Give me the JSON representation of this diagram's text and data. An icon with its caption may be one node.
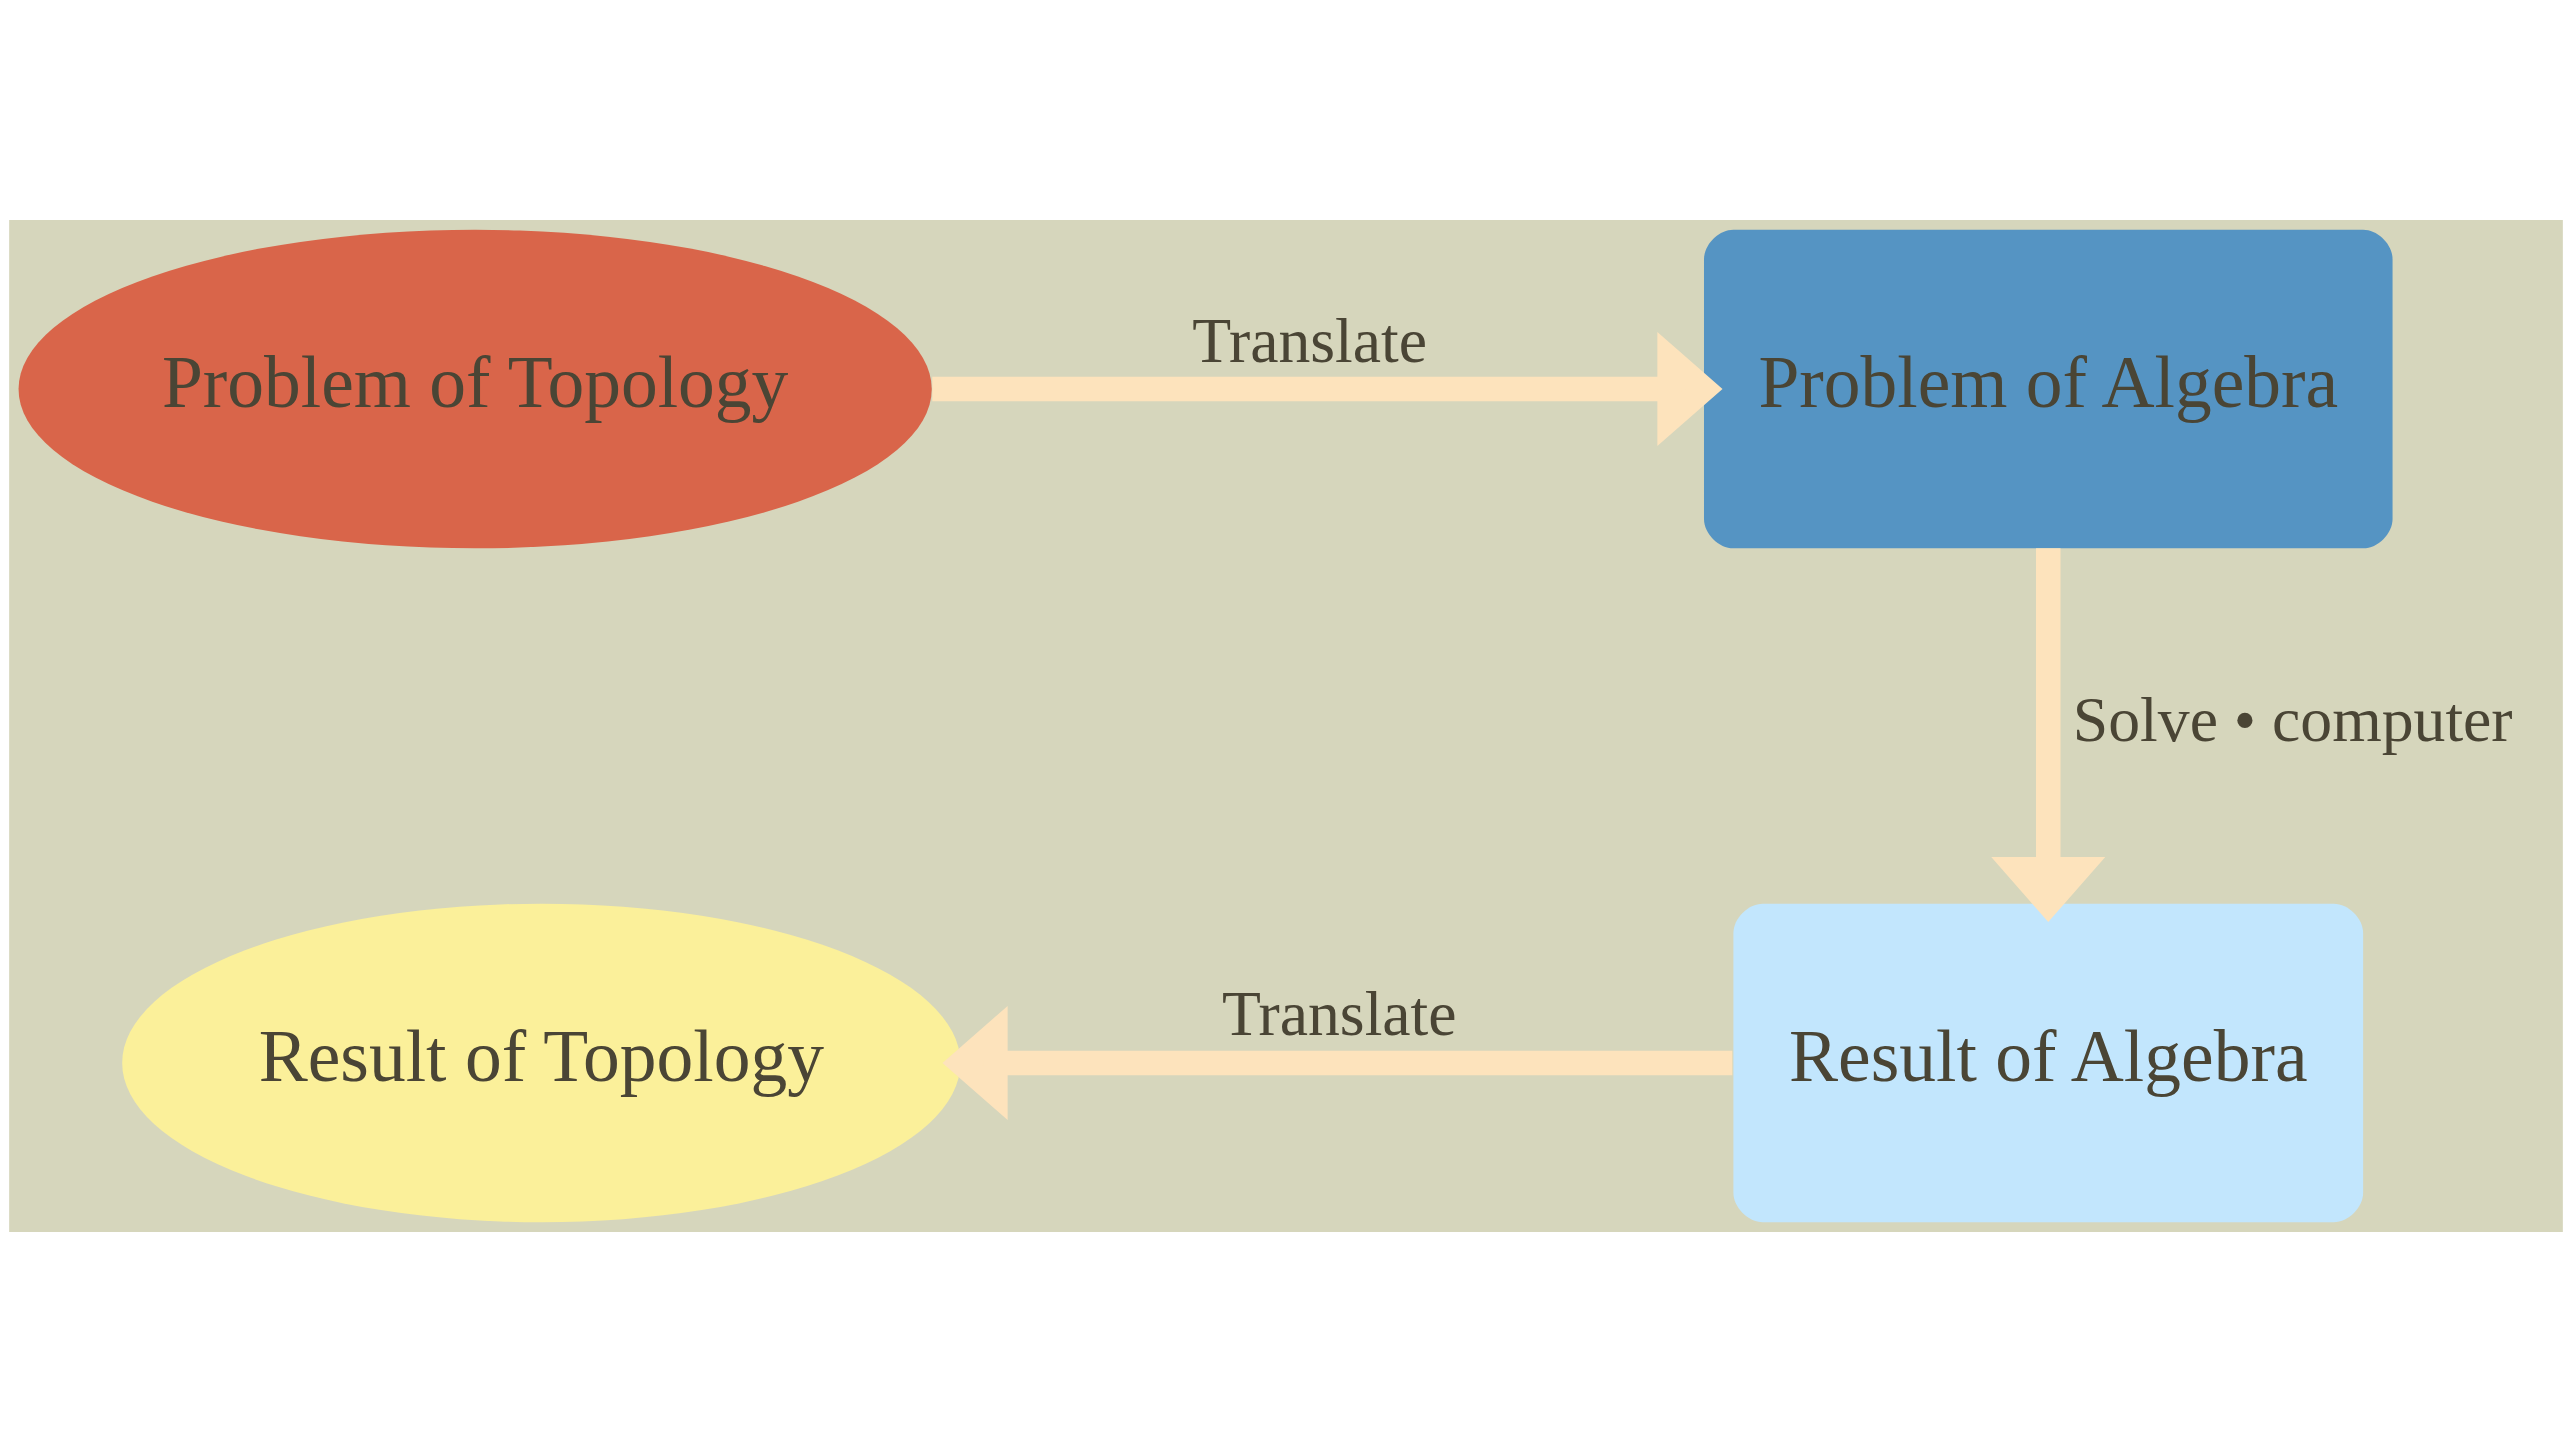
{
  "diagram": {
    "nodes": [
      {
        "text": [
          "Problem of Topology"
        ]
      },
      {
        "text": [
          "Problem of Algebra"
        ]
      },
      {
        "text": [
          "Result of Topology"
        ]
      },
      {
        "text": [
          "Result of Algebra"
        ]
      }
    ],
    "edges": [
      {
        "from": 0,
        "to": 1,
        "arrow": "to",
        "label": "Translate"
      },
      {
        "from": 1,
        "to": 3,
        "arrow": "to",
        "label": "Solve • computer"
      },
      {
        "from": 3,
        "to": 2,
        "arrow": "to",
        "label": "Translate"
      }
    ]
  }
}
